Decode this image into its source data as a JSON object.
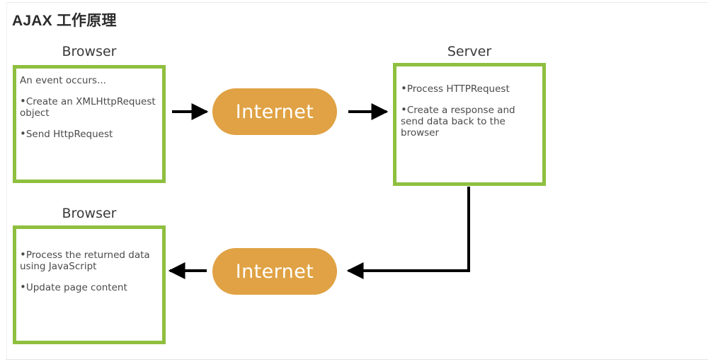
{
  "page": {
    "title": "AJAX 工作原理",
    "background_color": "#ffffff"
  },
  "theme": {
    "box_border_color": "#8fbf3f",
    "pill_fill_color": "#e0a244",
    "pill_text_color": "#ffffff",
    "text_color": "#4a4a4a",
    "title_color": "#2b2b2b",
    "arrow_color": "#000000"
  },
  "diagram": {
    "type": "flow-diagram",
    "nodes": [
      {
        "id": "browser-request",
        "label": "Browser",
        "role": "client",
        "lines": [
          {
            "bullet": false,
            "text": "An event occurs..."
          },
          {
            "bullet": true,
            "text": "Create an XMLHttpRequest object"
          },
          {
            "bullet": true,
            "text": "Send HttpRequest"
          }
        ]
      },
      {
        "id": "server",
        "label": "Server",
        "role": "server",
        "lines": [
          {
            "bullet": true,
            "text": "Process HTTPRequest"
          },
          {
            "bullet": true,
            "text": "Create a response and send data back to the browser"
          }
        ]
      },
      {
        "id": "browser-response",
        "label": "Browser",
        "role": "client",
        "lines": [
          {
            "bullet": true,
            "text": "Process the returned data using JavaScript"
          },
          {
            "bullet": true,
            "text": "Update page content"
          }
        ]
      }
    ],
    "transports": [
      {
        "id": "internet-up",
        "label": "Internet"
      },
      {
        "id": "internet-down",
        "label": "Internet"
      }
    ],
    "connectors": [
      {
        "id": "browser-to-internet-up",
        "direction": "right"
      },
      {
        "id": "internet-up-to-server",
        "direction": "right"
      },
      {
        "id": "server-to-internet-down",
        "direction": "elbow-down-left"
      },
      {
        "id": "internet-down-to-browser",
        "direction": "left"
      }
    ]
  }
}
